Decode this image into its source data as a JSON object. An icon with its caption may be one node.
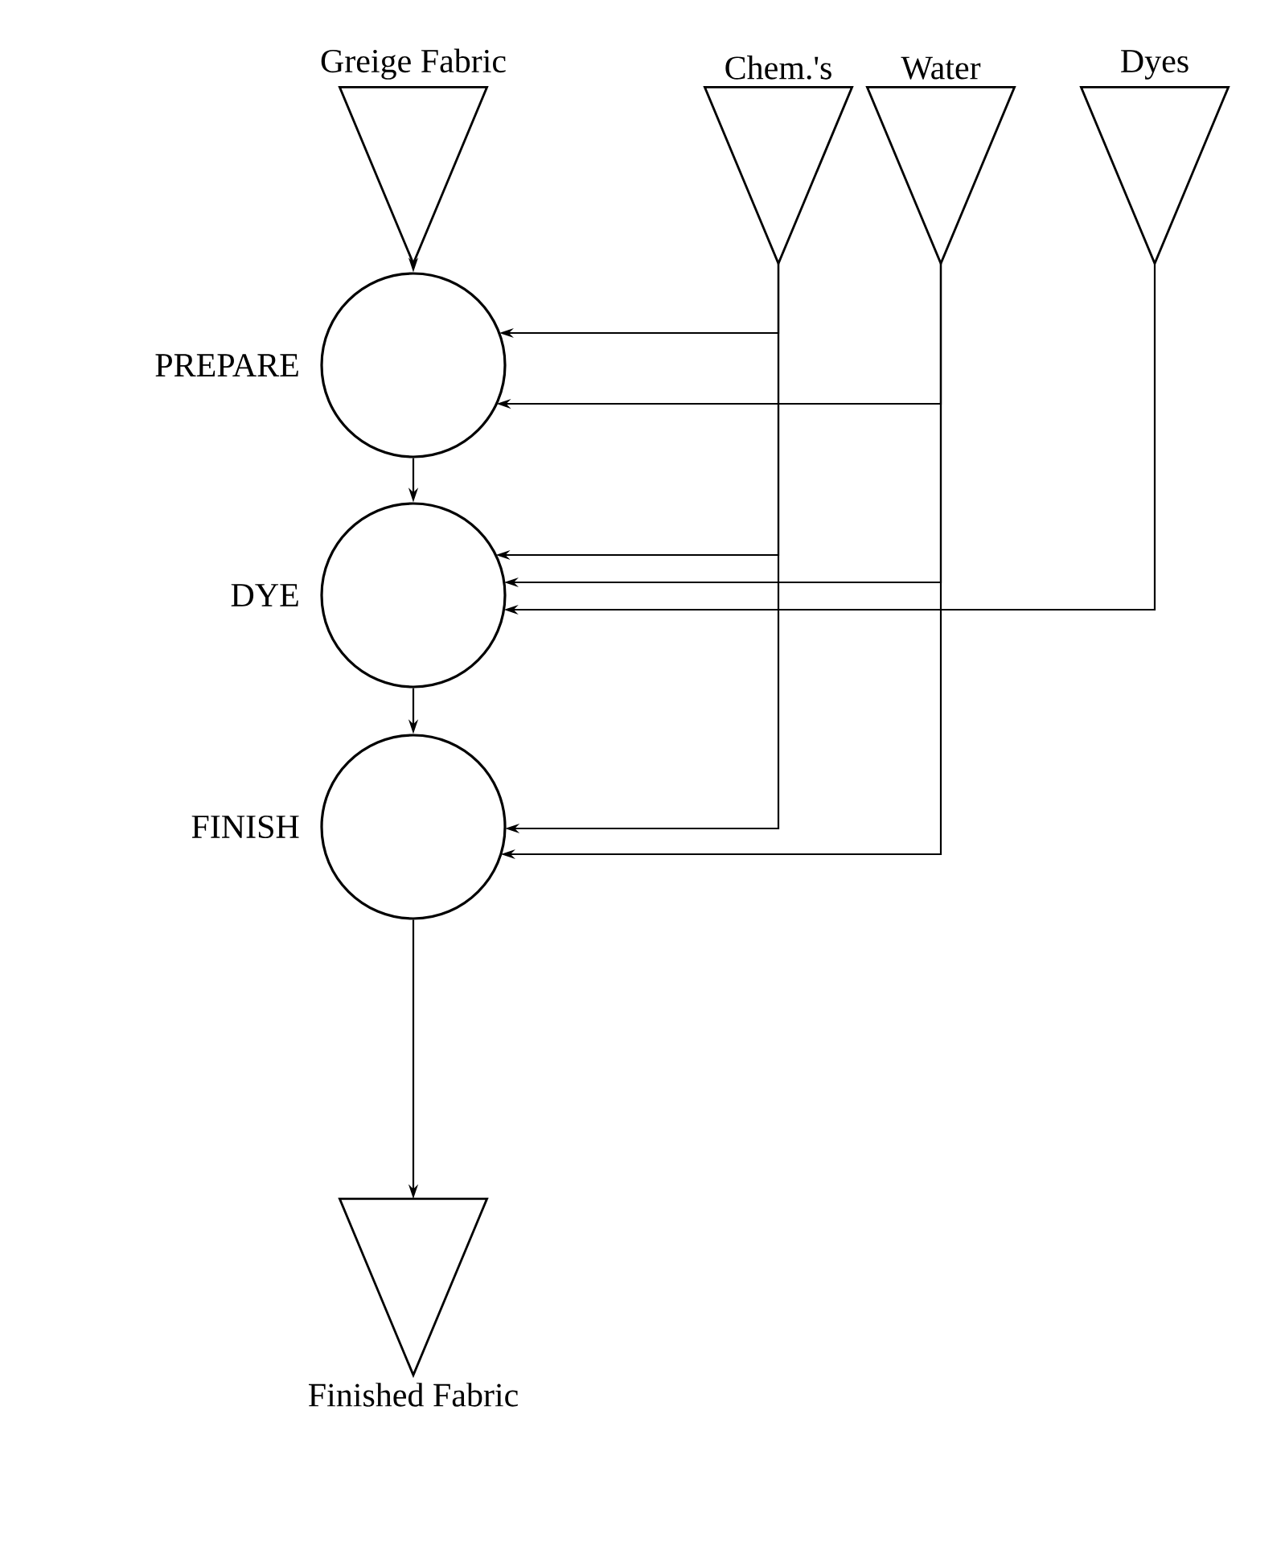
{
  "diagram": {
    "nodes": [
      {
        "text": [
          "Greige Fabric"
        ]
      },
      {
        "text": [
          "Chem.'s"
        ]
      },
      {
        "text": [
          "Water"
        ]
      },
      {
        "text": [
          "Dyes"
        ]
      },
      {
        "text": [
          "PREPARE"
        ]
      },
      {
        "text": [
          "DYE"
        ]
      },
      {
        "text": [
          "FINISH"
        ]
      },
      {
        "text": [
          "Finished Fabric"
        ]
      }
    ],
    "edges": [
      {
        "from": 0,
        "to": 4,
        "arrow": "to"
      },
      {
        "from": 1,
        "to": 4,
        "arrow": "to"
      },
      {
        "from": 2,
        "to": 4,
        "arrow": "to"
      },
      {
        "from": 4,
        "to": 5,
        "arrow": "to"
      },
      {
        "from": 1,
        "to": 5,
        "arrow": "to"
      },
      {
        "from": 2,
        "to": 5,
        "arrow": "to"
      },
      {
        "from": 3,
        "to": 5,
        "arrow": "to"
      },
      {
        "from": 5,
        "to": 6,
        "arrow": "to"
      },
      {
        "from": 1,
        "to": 6,
        "arrow": "to"
      },
      {
        "from": 2,
        "to": 6,
        "arrow": "to"
      },
      {
        "from": 6,
        "to": 7,
        "arrow": "to"
      }
    ]
  }
}
